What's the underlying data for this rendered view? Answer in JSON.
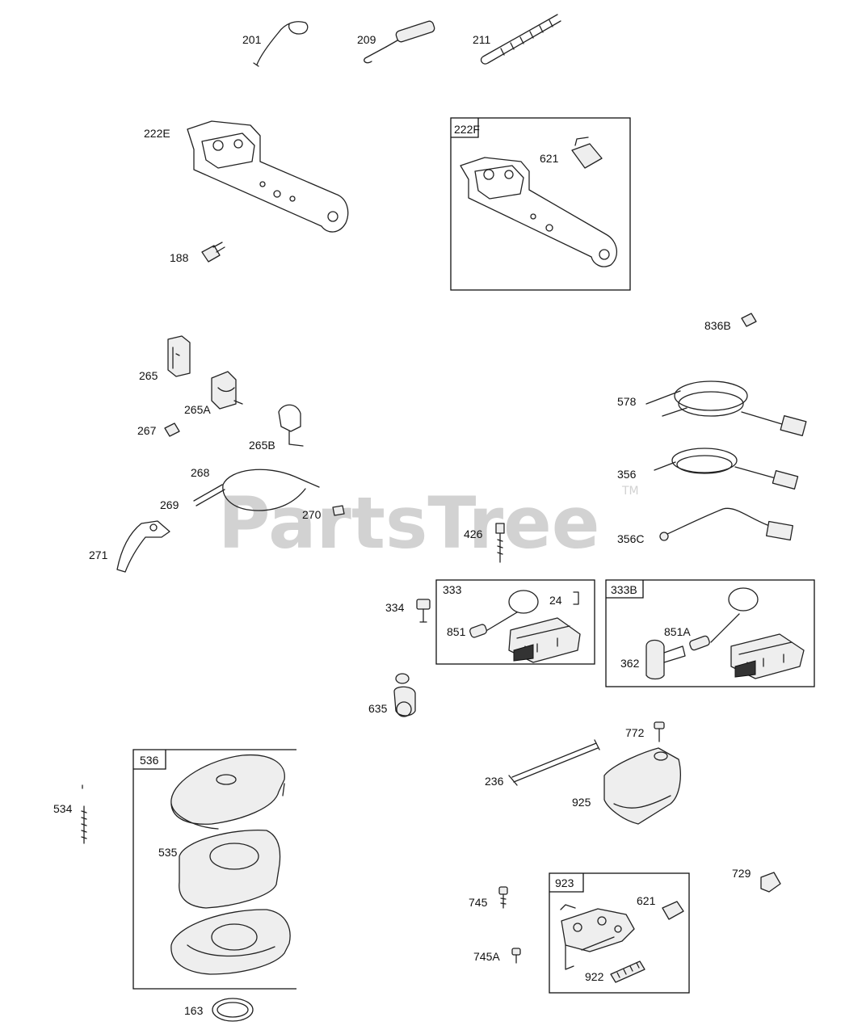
{
  "watermark": {
    "text": "PartsTree",
    "tm": "TM"
  },
  "boxes": {
    "b222F": "222F",
    "b333": "333",
    "b333B": "333B",
    "b536": "536",
    "b923": "923"
  },
  "labels": {
    "p201": "201",
    "p209": "209",
    "p211": "211",
    "p222E": "222E",
    "p188": "188",
    "p621a": "621",
    "p836B": "836B",
    "p265": "265",
    "p265A": "265A",
    "p267": "267",
    "p265B": "265B",
    "p268": "268",
    "p269": "269",
    "p270": "270",
    "p271": "271",
    "p578": "578",
    "p356": "356",
    "p356C": "356C",
    "p426": "426",
    "p334": "334",
    "p24": "24",
    "p851": "851",
    "p851A": "851A",
    "p362": "362",
    "p635": "635",
    "p772": "772",
    "p236": "236",
    "p925": "925",
    "p534": "534",
    "p535": "535",
    "p163": "163",
    "p729": "729",
    "p745": "745",
    "p621b": "621",
    "p745A": "745A",
    "p922": "922"
  }
}
